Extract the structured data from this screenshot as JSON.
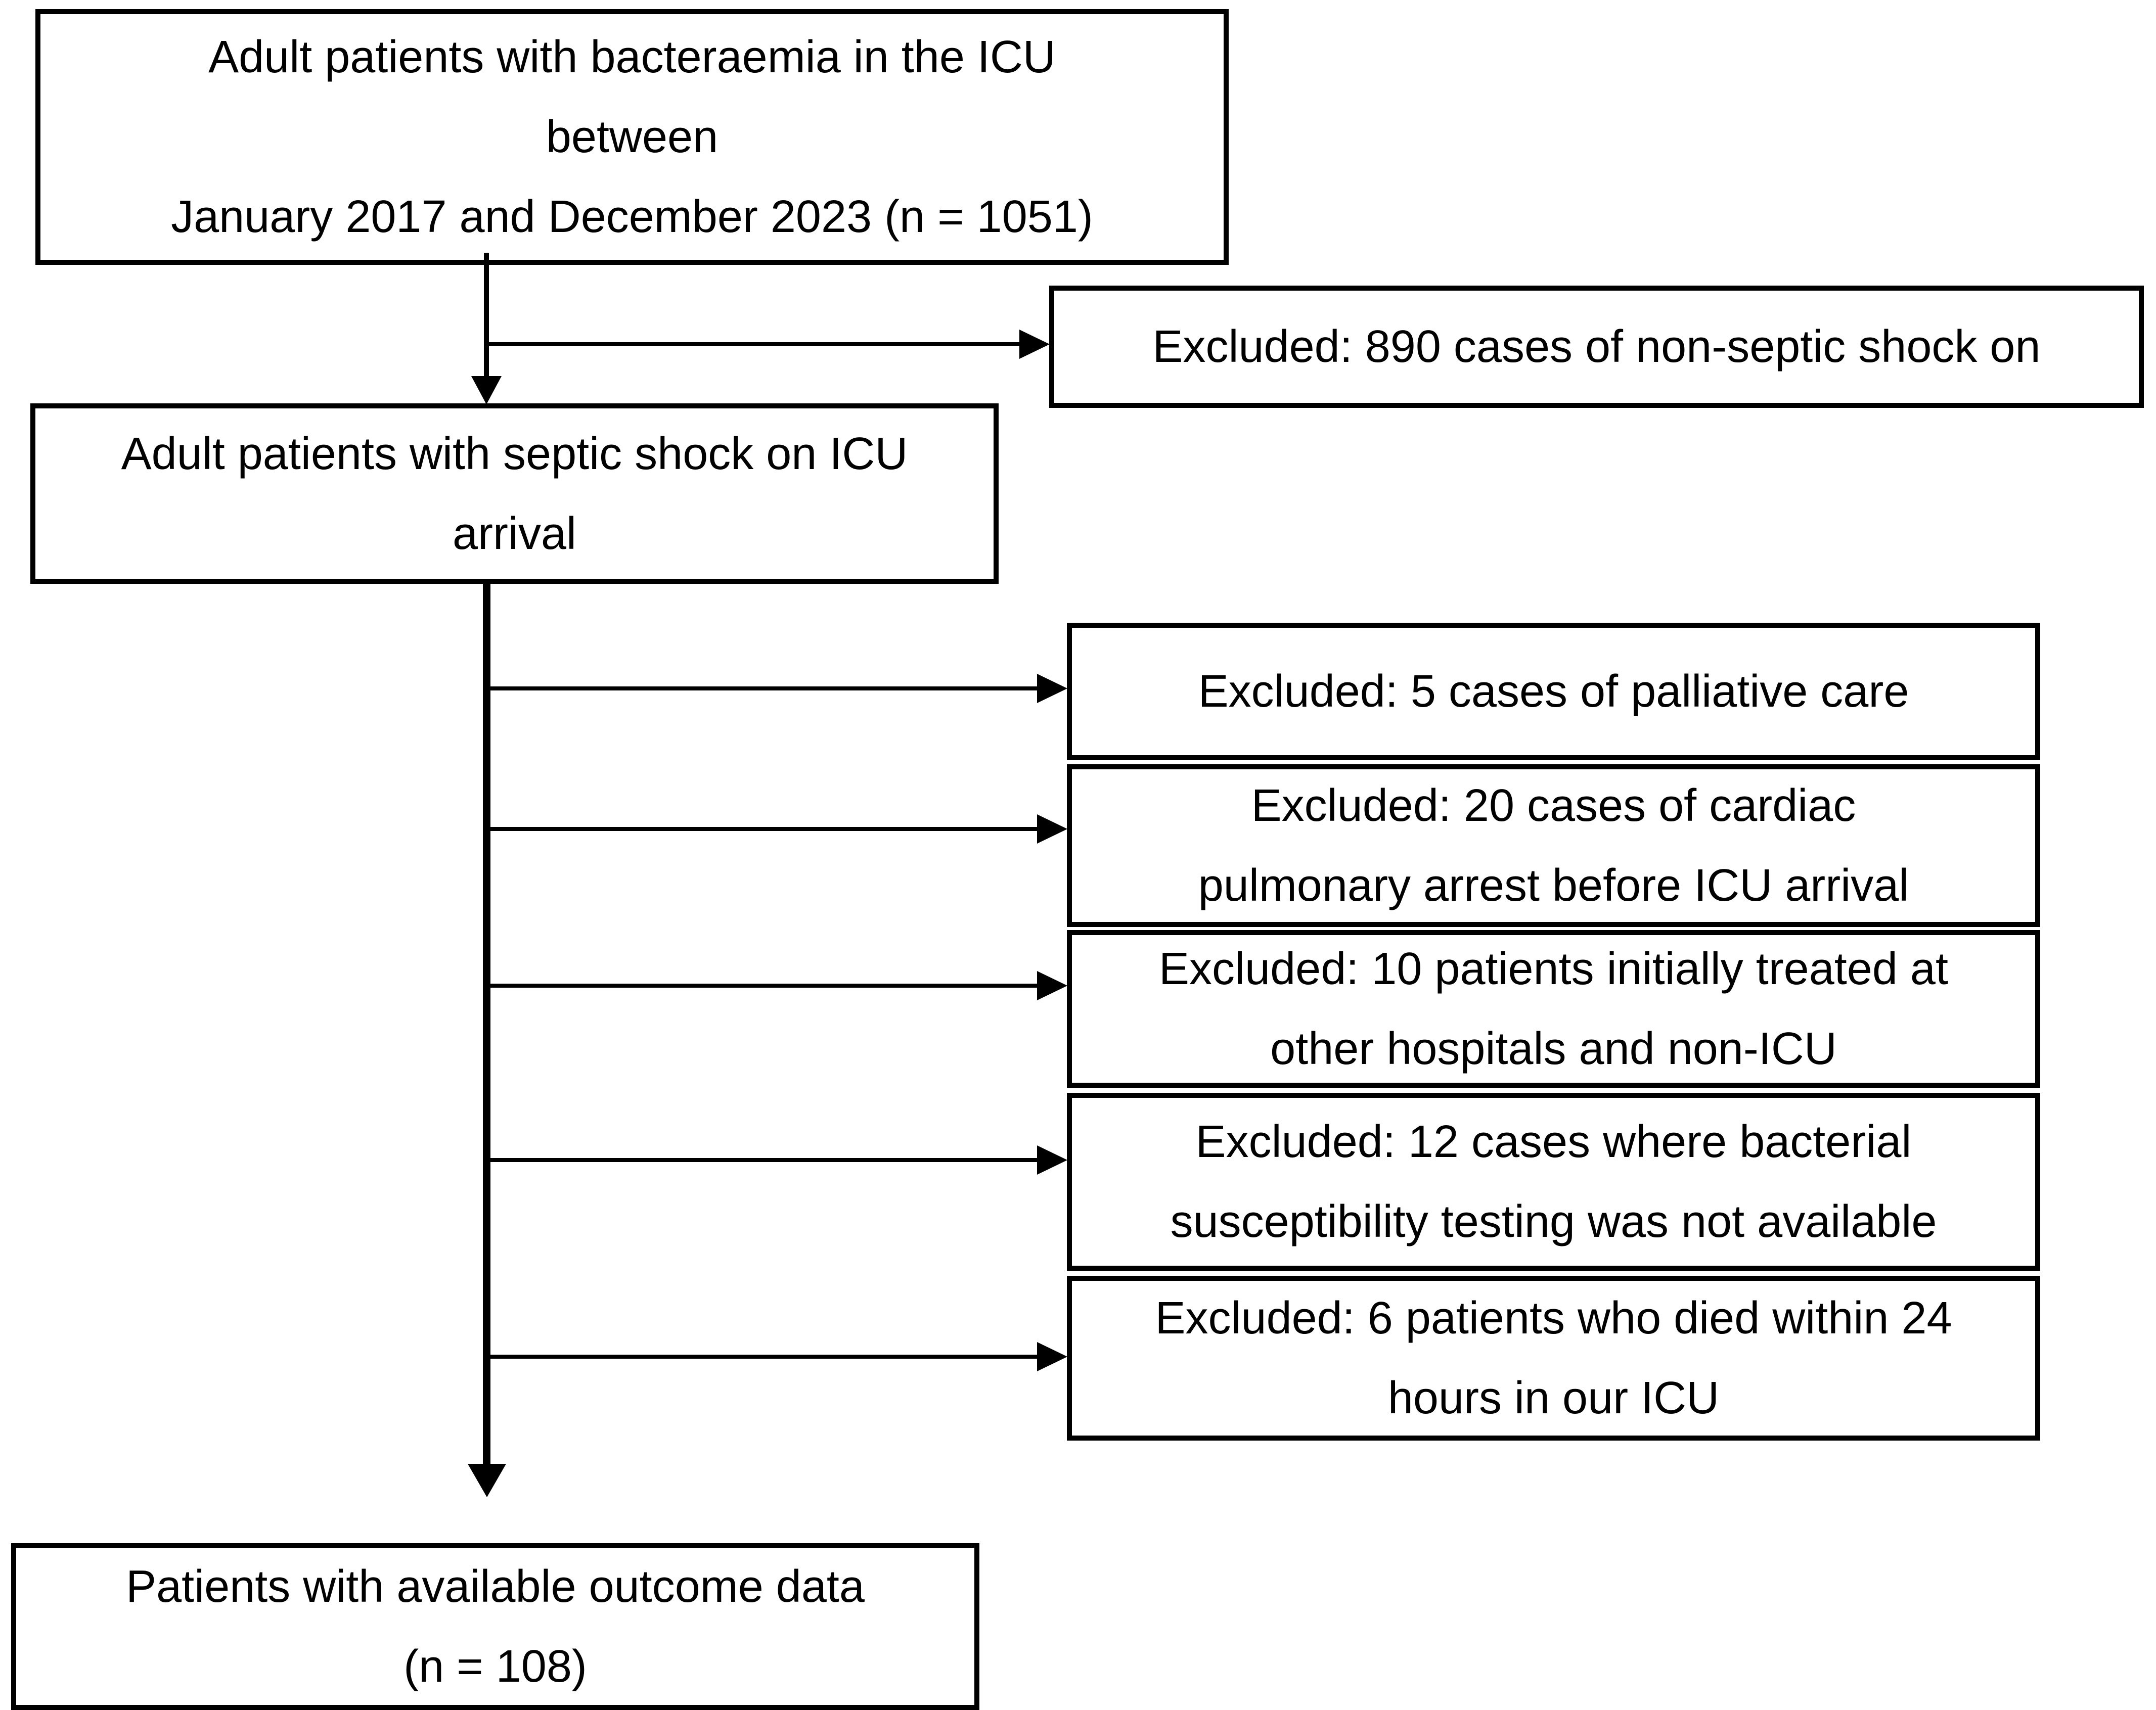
{
  "diagram": {
    "type": "patient-flow-chart",
    "colors": {
      "background": "#ffffff",
      "border": "#000000",
      "text": "#000000"
    },
    "counts": {
      "initial_bacteraemia": 1051,
      "excluded_non_septic_shock": 890,
      "excluded_palliative_care": 5,
      "excluded_cardiac_pulmonary_arrest": 20,
      "excluded_other_hospitals": 10,
      "excluded_no_susceptibility_testing": 12,
      "excluded_died_within_24h": 6,
      "final_outcome_data": 108
    },
    "boxes": {
      "population": {
        "lines": [
          "Adult patients with bacteraemia in the ICU",
          "between",
          "January 2017 and December 2023 (n = 1051)"
        ]
      },
      "excluded_non_septic": {
        "lines": [
          "Excluded: 890 cases of non-septic shock on"
        ]
      },
      "septic_shock": {
        "lines": [
          "Adult patients with septic shock on ICU",
          "arrival"
        ]
      },
      "excluded_palliative": {
        "lines": [
          "Excluded: 5 cases of palliative care"
        ]
      },
      "excluded_cardiac": {
        "lines": [
          "Excluded: 20 cases of cardiac",
          "pulmonary arrest before ICU arrival"
        ]
      },
      "excluded_hospitals": {
        "lines": [
          "Excluded: 10 patients initially treated at",
          "other hospitals and non-ICU"
        ]
      },
      "excluded_susceptibility": {
        "lines": [
          "Excluded: 12 cases where bacterial",
          "susceptibility testing was not available"
        ]
      },
      "excluded_died": {
        "lines": [
          "Excluded: 6 patients who died within 24",
          "hours in our ICU"
        ]
      },
      "outcome": {
        "lines": [
          "Patients with available outcome data",
          "(n = 108)"
        ]
      }
    }
  }
}
